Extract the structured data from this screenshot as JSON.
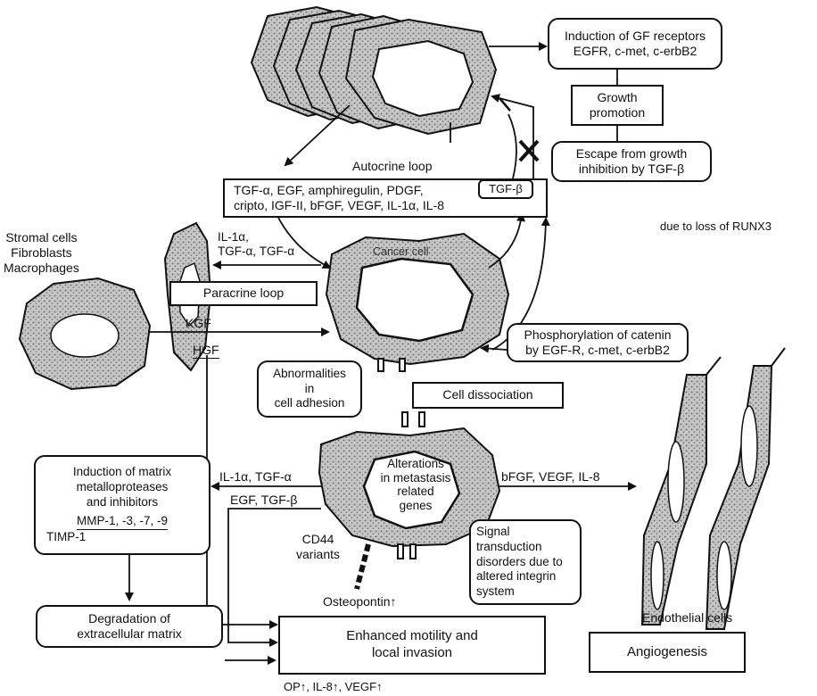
{
  "boxes": {
    "gf_receptors_1": "Induction of GF receptors",
    "gf_receptors_2": "EGFR, c-met, c-erbB2",
    "growth_1": "Growth",
    "growth_2": "promotion",
    "escape_1": "Escape from growth",
    "escape_2": "inhibition by TGF-β",
    "factors_1": "TGF-α, EGF, amphiregulin, PDGF,",
    "factors_2": "cripto, IGF-II, bFGF, VEGF, IL-1α, IL-8",
    "tgf_beta": "TGF-β",
    "paracrine": "Paracrine loop",
    "phospho_1": "Phosphorylation of catenin",
    "phospho_2": "by EGF-R, c-met, c-erbB2",
    "adhesion_1": "Abnormalities",
    "adhesion_2": "in",
    "adhesion_3": "cell adhesion",
    "dissociation": "Cell dissociation",
    "mmp_1": "Induction of matrix",
    "mmp_2": "metalloproteases",
    "mmp_3": "and inhibitors",
    "mmp_4": "MMP-1, -3, -7, -9",
    "mmp_5": "TIMP-1",
    "signal_1": "Signal",
    "signal_2": "transduction",
    "signal_3": "disorders due to",
    "signal_4": "altered integrin",
    "signal_5": "system",
    "degradation_1": "Degradation of",
    "degradation_2": "extracellular matrix",
    "motility_1": "Enhanced motility and",
    "motility_2": "local invasion",
    "angiogenesis": "Angiogenesis"
  },
  "labels": {
    "autocrine": "Autocrine loop",
    "runx3": "due to loss of RUNX3",
    "stromal_1": "Stromal cells",
    "stromal_2": "Fibroblasts",
    "stromal_3": "Macrophages",
    "il1_tgf_1": "IL-1α,",
    "il1_tgf_2": "TGF-α, TGF-α",
    "cancer_cell": "Cancer cell",
    "kgf": "KGF",
    "hgf": "HGF",
    "meta_1": "Alterations",
    "meta_2": "in metastasis",
    "meta_3": "related",
    "meta_4": "genes",
    "left_out": "IL-1α, TGF-α",
    "egf_tgfb": "EGF, TGF-β",
    "right_out": "bFGF, VEGF, IL-8",
    "cd44_1": "CD44",
    "cd44_2": "variants",
    "osteopontin": "Osteopontin↑",
    "endothelial": "Endothelial cells",
    "bottom": "OP↑, IL-8↑, VEGF↑"
  },
  "colors": {
    "stroke": "#111111",
    "stipple": "#8a8a8a"
  }
}
